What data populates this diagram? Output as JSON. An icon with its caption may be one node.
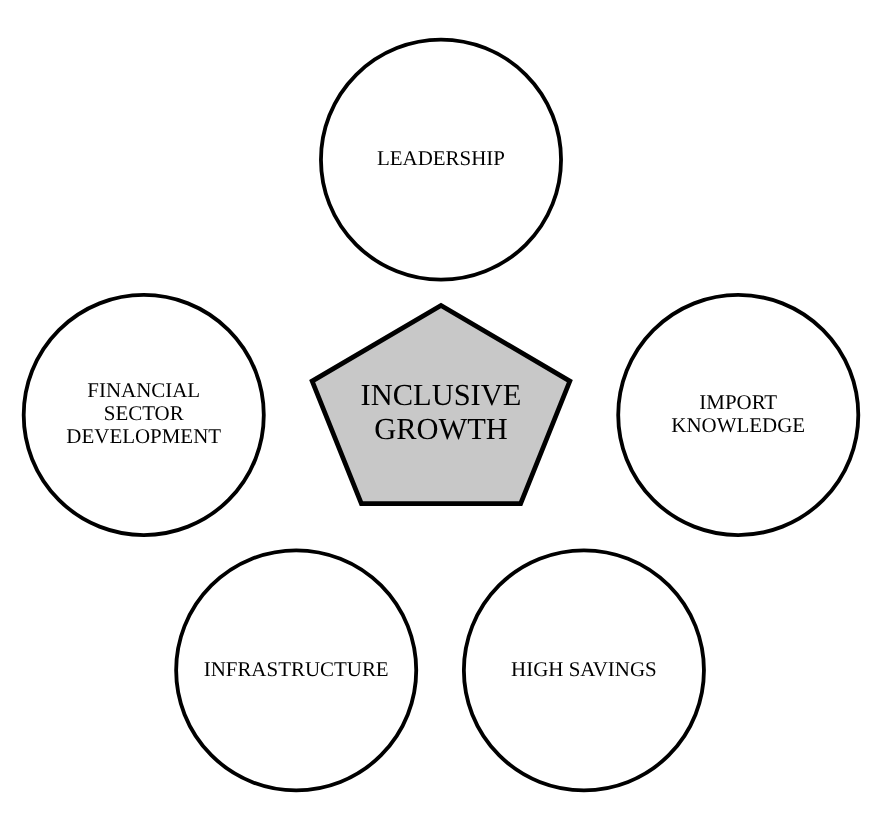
{
  "diagram": {
    "nodes": [
      {
        "text": [
          "LEADERSHIP"
        ]
      },
      {
        "text": [
          "FINANCIAL SECTOR DEVELOPMENT"
        ]
      },
      {
        "text": [
          "INCLUSIVE GROWTH"
        ]
      },
      {
        "text": [
          "IMPORT KNOWLEDGE"
        ]
      },
      {
        "text": [
          "INFRASTRUCTURE"
        ]
      },
      {
        "text": [
          "HIGH SAVINGS"
        ]
      }
    ],
    "edges": []
  }
}
